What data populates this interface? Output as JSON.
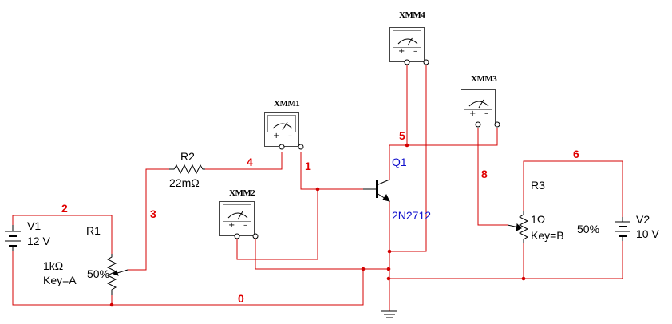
{
  "components": {
    "v1_name": "V1",
    "v1_value": "12 V",
    "r1_name": "R1",
    "r1_value": "1kΩ",
    "r1_key": "Key=A",
    "r1_percent": "50%",
    "r2_name": "R2",
    "r2_value": "22mΩ",
    "r3_name": "R3",
    "r3_value": "1Ω",
    "r3_key": "Key=B",
    "r3_percent": "50%",
    "v2_name": "V2",
    "v2_value": "10 V",
    "q1_name": "Q1",
    "q1_model": "2N2712"
  },
  "nets": {
    "n0": "0",
    "n1": "1",
    "n2": "2",
    "n3": "3",
    "n4": "4",
    "n5": "5",
    "n6": "6",
    "n8": "8"
  },
  "multimeters": {
    "xmm1": "XMM1",
    "xmm2": "XMM2",
    "xmm3": "XMM3",
    "xmm4": "XMM4",
    "plus": "+",
    "minus": "–"
  },
  "colors": {
    "wire": "#d40000",
    "component": "#000000",
    "transistor_label": "#1010cc",
    "net_label": "#e00000"
  }
}
